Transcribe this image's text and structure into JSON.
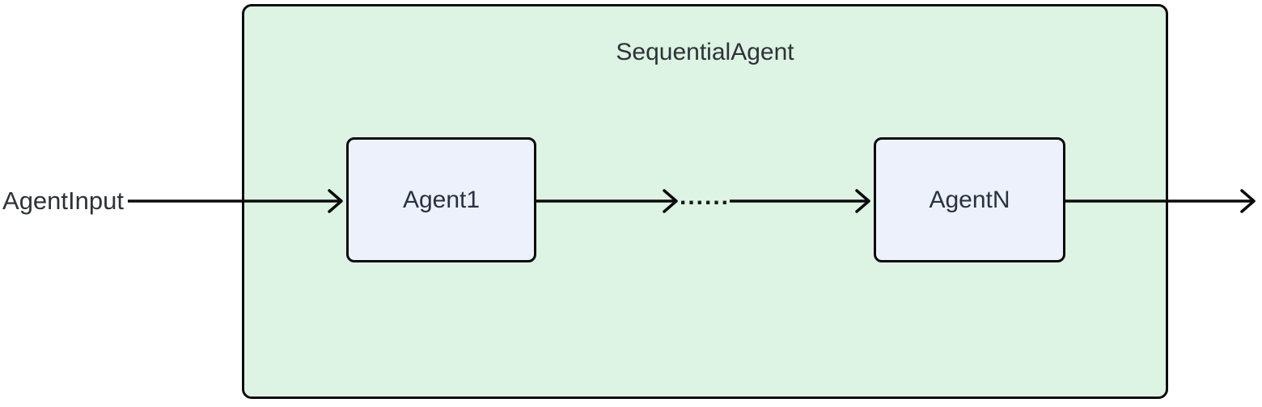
{
  "diagram": {
    "input_label": "AgentInput",
    "container": {
      "title": "SequentialAgent"
    },
    "nodes": [
      {
        "label": "Agent1"
      },
      {
        "label": "AgentN"
      }
    ],
    "edge_ellipsis": "......",
    "colors": {
      "container_fill": "#ddf3e3",
      "node_fill": "#edf1fb",
      "stroke": "#0b0b0b",
      "text": "#2d3338"
    }
  }
}
